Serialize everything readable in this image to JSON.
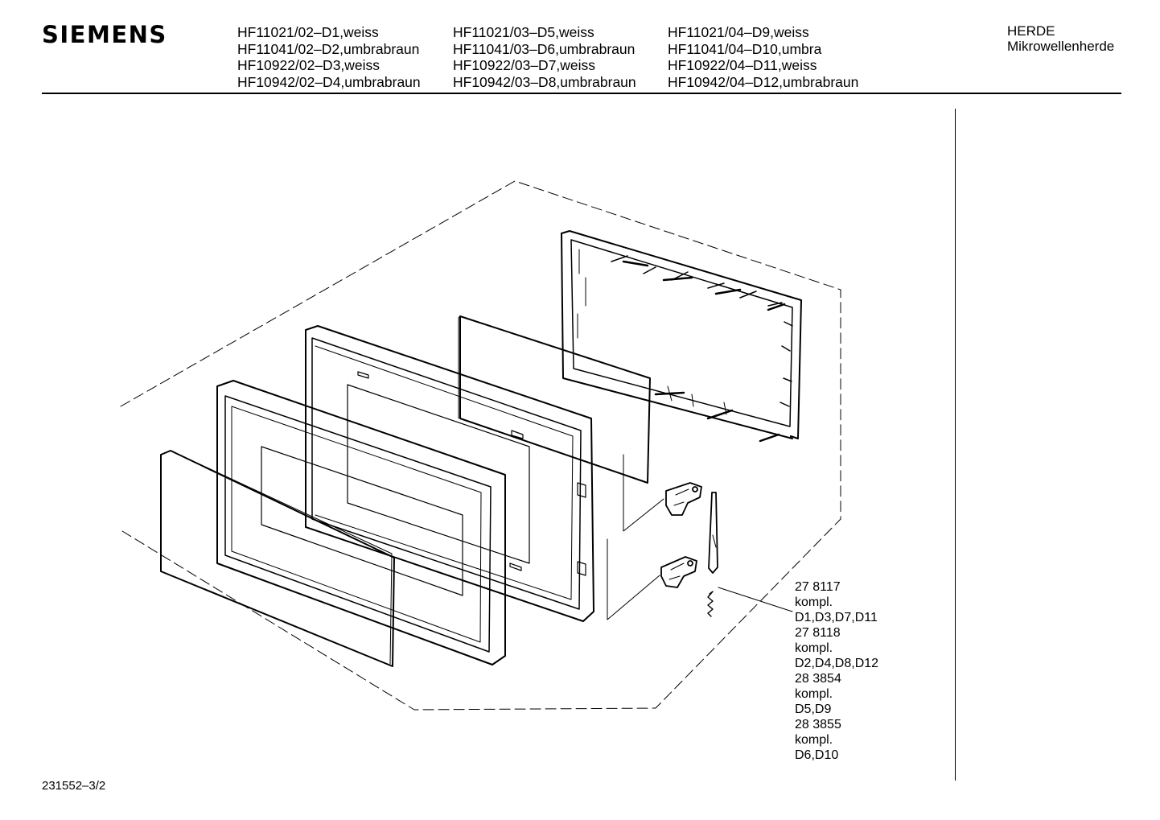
{
  "header": {
    "brand": "SIEMENS",
    "models": [
      [
        "HF11021/02–D1,weiss",
        "HF11041/02–D2,umbrabraun",
        "HF10922/02–D3,weiss",
        "HF10942/02–D4,umbrabraun"
      ],
      [
        "HF11021/03–D5,weiss",
        "HF11041/03–D6,umbrabraun",
        "HF10922/03–D7,weiss",
        "HF10942/03–D8,umbrabraun"
      ],
      [
        "HF11021/04–D9,weiss",
        "HF11041/04–D10,umbra",
        "HF10922/04–D11,weiss",
        "HF10942/04–D12,umbrabraun"
      ]
    ],
    "category": [
      "HERDE",
      "Mikrowellenherde"
    ]
  },
  "parts_list": [
    "27 8117",
    "kompl.",
    "D1,D3,D7,D11",
    "27 8118",
    "kompl.",
    "D2,D4,D8,D12",
    "28 3854",
    "kompl.",
    "D5,D9",
    "28 3855",
    "kompl.",
    "D6,D10"
  ],
  "footer": {
    "document_number": "231552–3/2"
  }
}
